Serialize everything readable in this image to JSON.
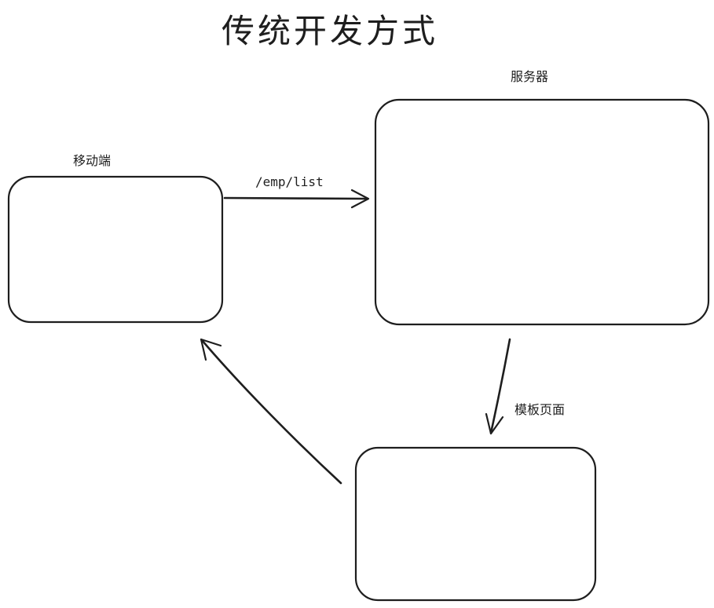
{
  "title": "传统开发方式",
  "nodes": {
    "mobile": {
      "label": "移动端"
    },
    "server": {
      "label": "服务器"
    },
    "template": {
      "label": "模板页面"
    }
  },
  "edges": {
    "mobile_to_server": {
      "label": "/emp/list"
    },
    "server_to_template": {
      "label": ""
    },
    "template_to_mobile": {
      "label": ""
    }
  },
  "colors": {
    "stroke": "#1e1e1e",
    "background": "#ffffff"
  }
}
